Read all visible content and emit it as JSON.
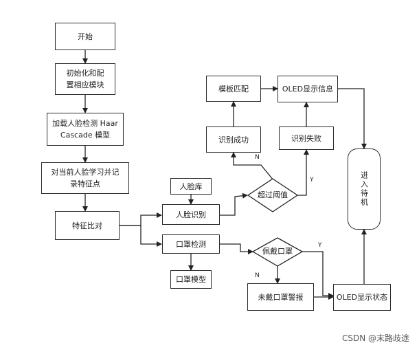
{
  "nodes": {
    "start": "开始",
    "init_l1": "初始化和配",
    "init_l2": "置相应模块",
    "load_l1": "加载人脸检测 Haar",
    "load_l2": "Cascade 模型",
    "learn_l1": "对当前人脸学习并记",
    "learn_l2": "录特征点",
    "compare": "特征比对",
    "face_db": "人脸库",
    "face_rec": "人脸识别",
    "mask_det": "口罩检测",
    "mask_model": "口罩模型",
    "threshold": "超过阈值",
    "wear_mask": "佩戴口罩",
    "rec_ok": "识别成功",
    "rec_fail": "识别失败",
    "template": "模板匹配",
    "oled_info": "OLED显示信息",
    "no_mask_alarm": "未戴口罩警报",
    "oled_status": "OLED显示状态",
    "standby": "进入待机"
  },
  "flags": {
    "n1": "N",
    "y1": "Y",
    "y2": "Y",
    "n2": "N"
  },
  "watermark": "CSDN @末路歧途"
}
